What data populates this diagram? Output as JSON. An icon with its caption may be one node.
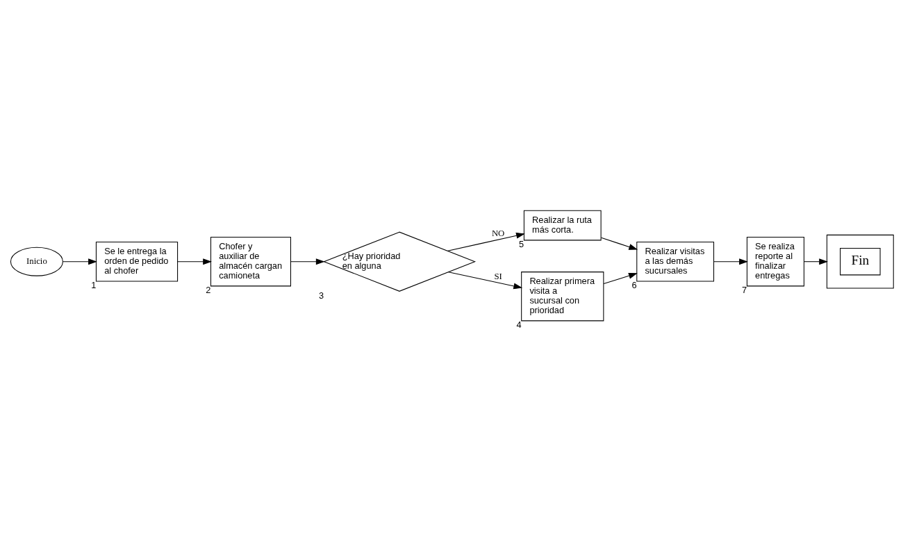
{
  "diagram": {
    "nodes": [
      {
        "text": [
          "Inicio"
        ]
      },
      {
        "text": [
          "Se le entrega la orden de pedido al chofer"
        ],
        "beside": [
          "1"
        ]
      },
      {
        "text": [
          "Chofer y auxiliar de almacén cargan camioneta"
        ],
        "beside": [
          "2"
        ]
      },
      {
        "text": [
          "¿Hay prioridad en alguna"
        ],
        "beside": [
          "3"
        ]
      },
      {
        "text": [
          "Realizar la ruta más corta."
        ],
        "beside": [
          "5"
        ]
      },
      {
        "text": [
          "Realizar primera visita a sucursal con prioridad"
        ],
        "beside": [
          "4"
        ]
      },
      {
        "text": [
          "Realizar visitas a las demás sucursales"
        ],
        "beside": [
          "6"
        ]
      },
      {
        "text": [
          "Se realiza reporte al finalizar entregas"
        ],
        "beside": [
          "7"
        ]
      },
      {
        "text": [],
        "shape": "box"
      },
      {
        "text": [
          "Fin"
        ],
        "in": 8
      }
    ],
    "edges": [
      {
        "from": 0,
        "to": 1,
        "arrow": "to"
      },
      {
        "from": 1,
        "to": 2,
        "arrow": "to"
      },
      {
        "from": 2,
        "to": 3,
        "arrow": "to"
      },
      {
        "from": 3,
        "to": 4,
        "arrow": "to",
        "label": "NO"
      },
      {
        "from": 3,
        "to": 5,
        "arrow": "to",
        "label": "SI"
      },
      {
        "from": 4,
        "to": 6,
        "arrow": "to"
      },
      {
        "from": 5,
        "to": 6,
        "arrow": "to"
      },
      {
        "from": 6,
        "to": 7,
        "arrow": "to"
      },
      {
        "from": 7,
        "to": 8,
        "arrow": "to"
      }
    ]
  }
}
